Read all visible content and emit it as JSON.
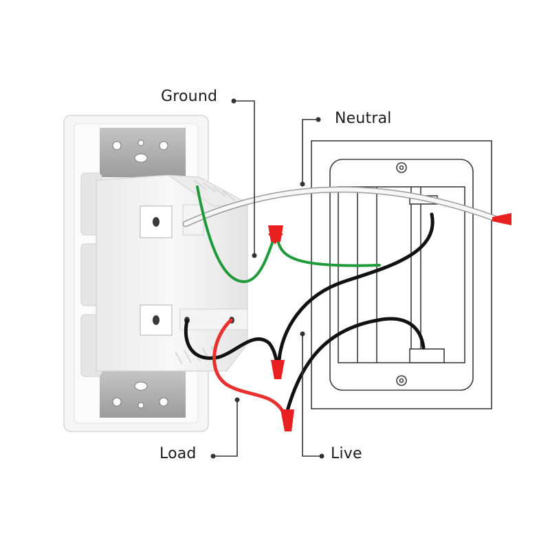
{
  "labels": {
    "ground": "Ground",
    "neutral": "Neutral",
    "load": "Load",
    "live": "Live"
  },
  "colors": {
    "ground_wire": "#1f9a3a",
    "neutral_wire": "#f4f4f4",
    "live_wire": "#111111",
    "load_wire": "#e8302f",
    "wire_nut": "#e82020",
    "plate": "#f7f7f7",
    "bracket": "#a9a9a9",
    "switch_body": "#f2f2f2"
  },
  "icons": [
    "wall-switch-icon",
    "electrical-box-icon",
    "wire-nut-icon"
  ]
}
